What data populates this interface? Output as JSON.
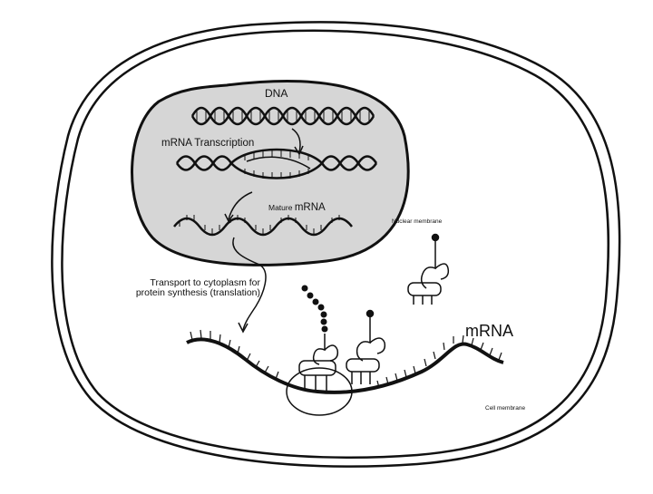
{
  "labels": {
    "dna": "DNA",
    "mrna_transcription": "mRNA Transcription",
    "mature_prefix": "Mature ",
    "mature_suffix": "mRNA",
    "nuclear_membrane": "Nuclear membrane",
    "transport_line1": "Transport to cytoplasm for",
    "transport_line2": "protein synthesis (translation)",
    "mrna": "mRNA",
    "cell_membrane": "Cell membrane"
  },
  "colors": {
    "nucleus_fill": "#d6d6d6",
    "outline": "#111111",
    "background": "#ffffff"
  }
}
